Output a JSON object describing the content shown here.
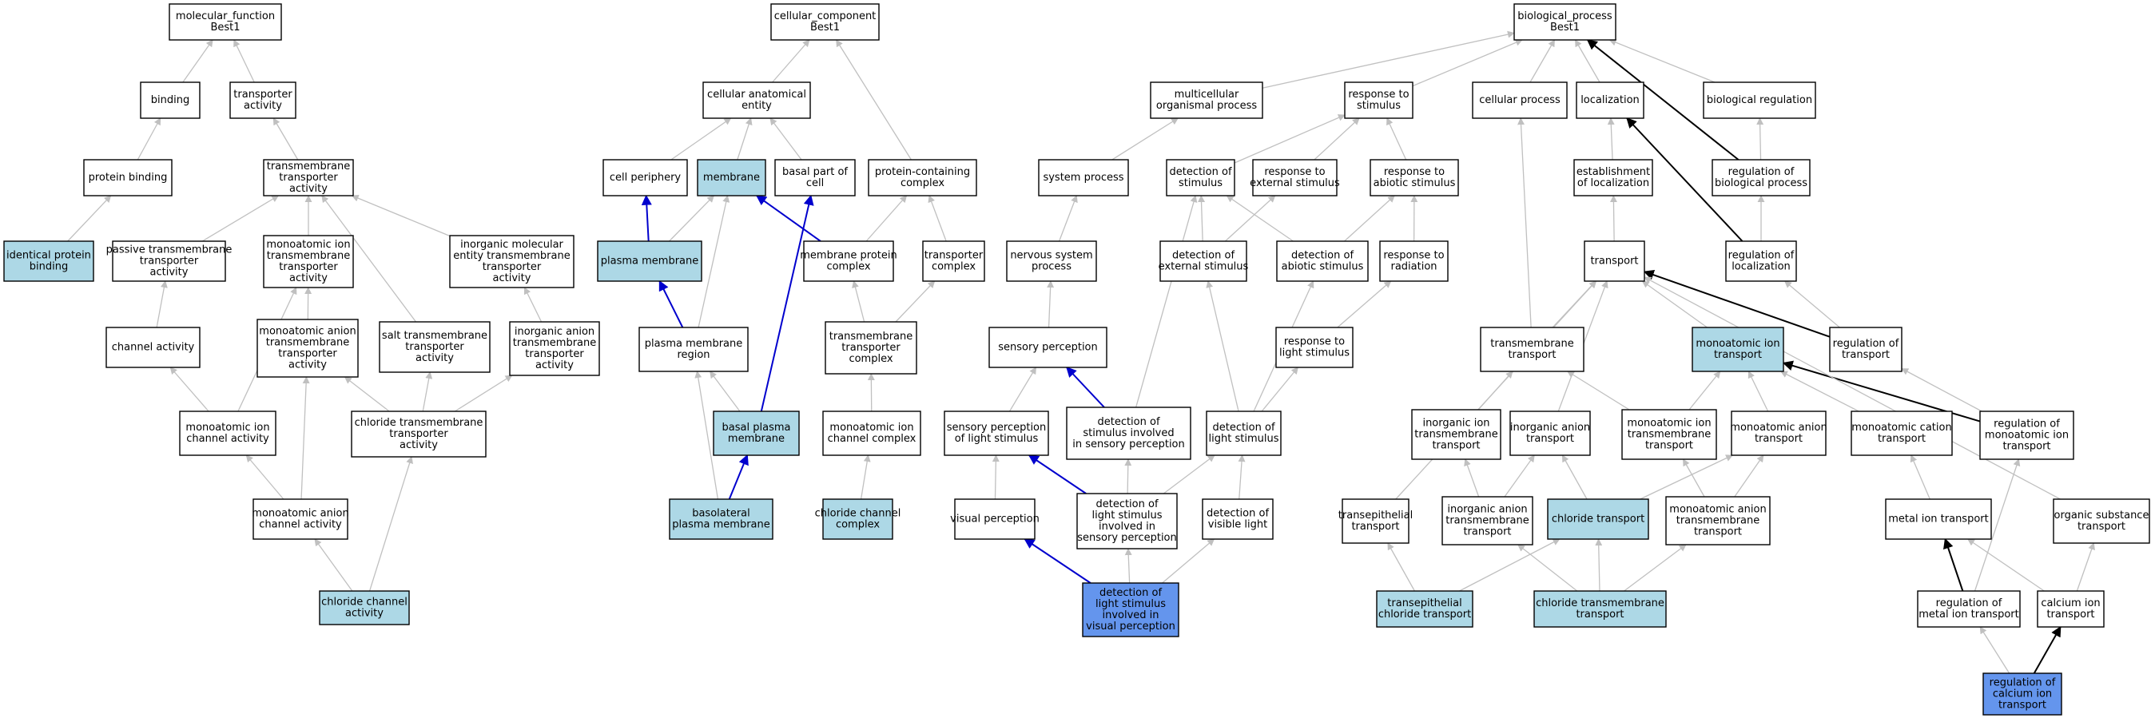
{
  "colors": {
    "plain": "#ffffff",
    "light": "#add8e6",
    "query": "#6495ed",
    "gray_edge": "#c0c0c0",
    "black_edge": "#000000",
    "blue_edge": "#0000cd"
  },
  "nodes": [
    {
      "id": "mf",
      "label": [
        "molecular_function",
        "Best1"
      ],
      "fill": "plain"
    },
    {
      "id": "cc",
      "label": [
        "cellular_component",
        "Best1"
      ],
      "fill": "plain"
    },
    {
      "id": "bp",
      "label": [
        "biological_process",
        "Best1"
      ],
      "fill": "plain"
    },
    {
      "id": "binding",
      "label": [
        "binding"
      ],
      "fill": "plain"
    },
    {
      "id": "tact",
      "label": [
        "transporter",
        "activity"
      ],
      "fill": "plain"
    },
    {
      "id": "cae",
      "label": [
        "cellular anatomical",
        "entity"
      ],
      "fill": "plain"
    },
    {
      "id": "mop",
      "label": [
        "multicellular",
        "organismal process"
      ],
      "fill": "plain"
    },
    {
      "id": "rts",
      "label": [
        "response to",
        "stimulus"
      ],
      "fill": "plain"
    },
    {
      "id": "cp",
      "label": [
        "cellular process"
      ],
      "fill": "plain"
    },
    {
      "id": "loc",
      "label": [
        "localization"
      ],
      "fill": "plain"
    },
    {
      "id": "breg",
      "label": [
        "biological regulation"
      ],
      "fill": "plain"
    },
    {
      "id": "pb",
      "label": [
        "protein binding"
      ],
      "fill": "plain"
    },
    {
      "id": "ttact",
      "label": [
        "transmembrane",
        "transporter",
        "activity"
      ],
      "fill": "plain"
    },
    {
      "id": "cper",
      "label": [
        "cell periphery"
      ],
      "fill": "plain"
    },
    {
      "id": "mem",
      "label": [
        "membrane"
      ],
      "fill": "light"
    },
    {
      "id": "bpc",
      "label": [
        "basal part of",
        "cell"
      ],
      "fill": "plain"
    },
    {
      "id": "pcc",
      "label": [
        "protein-containing",
        "complex"
      ],
      "fill": "plain"
    },
    {
      "id": "sysp",
      "label": [
        "system process"
      ],
      "fill": "plain"
    },
    {
      "id": "dos",
      "label": [
        "detection of",
        "stimulus"
      ],
      "fill": "plain"
    },
    {
      "id": "res",
      "label": [
        "response to",
        "external stimulus"
      ],
      "fill": "plain"
    },
    {
      "id": "ras",
      "label": [
        "response to",
        "abiotic stimulus"
      ],
      "fill": "plain"
    },
    {
      "id": "estloc",
      "label": [
        "establishment",
        "of localization"
      ],
      "fill": "plain"
    },
    {
      "id": "rbp",
      "label": [
        "regulation of",
        "biological process"
      ],
      "fill": "plain"
    },
    {
      "id": "ipb",
      "label": [
        "identical protein",
        "binding"
      ],
      "fill": "light"
    },
    {
      "id": "ptta",
      "label": [
        "passive transmembrane",
        "transporter",
        "activity"
      ],
      "fill": "plain"
    },
    {
      "id": "mitta",
      "label": [
        "monoatomic ion",
        "transmembrane",
        "transporter",
        "activity"
      ],
      "fill": "plain"
    },
    {
      "id": "imetta",
      "label": [
        "inorganic molecular",
        "entity transmembrane",
        "transporter",
        "activity"
      ],
      "fill": "plain"
    },
    {
      "id": "pm",
      "label": [
        "plasma membrane"
      ],
      "fill": "light"
    },
    {
      "id": "mpc",
      "label": [
        "membrane protein",
        "complex"
      ],
      "fill": "plain"
    },
    {
      "id": "tc",
      "label": [
        "transporter",
        "complex"
      ],
      "fill": "plain"
    },
    {
      "id": "nsp",
      "label": [
        "nervous system",
        "process"
      ],
      "fill": "plain"
    },
    {
      "id": "des",
      "label": [
        "detection of",
        "external stimulus"
      ],
      "fill": "plain"
    },
    {
      "id": "das",
      "label": [
        "detection of",
        "abiotic stimulus"
      ],
      "fill": "plain"
    },
    {
      "id": "rtr",
      "label": [
        "response to",
        "radiation"
      ],
      "fill": "plain"
    },
    {
      "id": "trans",
      "label": [
        "transport"
      ],
      "fill": "plain"
    },
    {
      "id": "rol",
      "label": [
        "regulation of",
        "localization"
      ],
      "fill": "plain"
    },
    {
      "id": "chact",
      "label": [
        "channel activity"
      ],
      "fill": "plain"
    },
    {
      "id": "matta",
      "label": [
        "monoatomic anion",
        "transmembrane",
        "transporter",
        "activity"
      ],
      "fill": "plain"
    },
    {
      "id": "stta",
      "label": [
        "salt transmembrane",
        "transporter",
        "activity"
      ],
      "fill": "plain"
    },
    {
      "id": "iatta",
      "label": [
        "inorganic anion",
        "transmembrane",
        "transporter",
        "activity"
      ],
      "fill": "plain"
    },
    {
      "id": "pmr",
      "label": [
        "plasma membrane",
        "region"
      ],
      "fill": "plain"
    },
    {
      "id": "ttc",
      "label": [
        "transmembrane",
        "transporter",
        "complex"
      ],
      "fill": "plain"
    },
    {
      "id": "sperc",
      "label": [
        "sensory perception"
      ],
      "fill": "plain"
    },
    {
      "id": "rtls",
      "label": [
        "response to",
        "light stimulus"
      ],
      "fill": "plain"
    },
    {
      "id": "tmt",
      "label": [
        "transmembrane",
        "transport"
      ],
      "fill": "plain"
    },
    {
      "id": "mit",
      "label": [
        "monoatomic ion",
        "transport"
      ],
      "fill": "light"
    },
    {
      "id": "rot",
      "label": [
        "regulation of",
        "transport"
      ],
      "fill": "plain"
    },
    {
      "id": "mica",
      "label": [
        "monoatomic ion",
        "channel activity"
      ],
      "fill": "plain"
    },
    {
      "id": "ctta",
      "label": [
        "chloride transmembrane",
        "transporter",
        "activity"
      ],
      "fill": "plain"
    },
    {
      "id": "bpm",
      "label": [
        "basal plasma",
        "membrane"
      ],
      "fill": "light"
    },
    {
      "id": "micc",
      "label": [
        "monoatomic ion",
        "channel complex"
      ],
      "fill": "plain"
    },
    {
      "id": "spls",
      "label": [
        "sensory perception",
        "of light stimulus"
      ],
      "fill": "plain"
    },
    {
      "id": "dsisp",
      "label": [
        "detection of",
        "stimulus involved",
        "in sensory perception"
      ],
      "fill": "plain"
    },
    {
      "id": "dls",
      "label": [
        "detection of",
        "light stimulus"
      ],
      "fill": "plain"
    },
    {
      "id": "iitt",
      "label": [
        "inorganic ion",
        "transmembrane",
        "transport"
      ],
      "fill": "plain"
    },
    {
      "id": "iat",
      "label": [
        "inorganic anion",
        "transport"
      ],
      "fill": "plain"
    },
    {
      "id": "mitt",
      "label": [
        "monoatomic ion",
        "transmembrane",
        "transport"
      ],
      "fill": "plain"
    },
    {
      "id": "mat",
      "label": [
        "monoatomic anion",
        "transport"
      ],
      "fill": "plain"
    },
    {
      "id": "mct",
      "label": [
        "monoatomic cation",
        "transport"
      ],
      "fill": "plain"
    },
    {
      "id": "romit",
      "label": [
        "regulation of",
        "monoatomic ion",
        "transport"
      ],
      "fill": "plain"
    },
    {
      "id": "maca",
      "label": [
        "monoatomic anion",
        "channel activity"
      ],
      "fill": "plain"
    },
    {
      "id": "bplm",
      "label": [
        "basolateral",
        "plasma membrane"
      ],
      "fill": "light"
    },
    {
      "id": "clcc",
      "label": [
        "chloride channel",
        "complex"
      ],
      "fill": "light"
    },
    {
      "id": "vp",
      "label": [
        "visual perception"
      ],
      "fill": "plain"
    },
    {
      "id": "dlsisp",
      "label": [
        "detection of",
        "light stimulus",
        "involved in",
        "sensory perception"
      ],
      "fill": "plain"
    },
    {
      "id": "dvl",
      "label": [
        "detection of",
        "visible light"
      ],
      "fill": "plain"
    },
    {
      "id": "tet",
      "label": [
        "transepithelial",
        "transport"
      ],
      "fill": "plain"
    },
    {
      "id": "iatt",
      "label": [
        "inorganic anion",
        "transmembrane",
        "transport"
      ],
      "fill": "plain"
    },
    {
      "id": "clt",
      "label": [
        "chloride transport"
      ],
      "fill": "light"
    },
    {
      "id": "matt",
      "label": [
        "monoatomic anion",
        "transmembrane",
        "transport"
      ],
      "fill": "plain"
    },
    {
      "id": "mit2",
      "label": [
        "metal ion transport"
      ],
      "fill": "plain"
    },
    {
      "id": "ost",
      "label": [
        "organic substance",
        "transport"
      ],
      "fill": "plain"
    },
    {
      "id": "clca",
      "label": [
        "chloride channel",
        "activity"
      ],
      "fill": "light"
    },
    {
      "id": "dlsivp",
      "label": [
        "detection of",
        "light stimulus",
        "involved in",
        "visual perception"
      ],
      "fill": "query"
    },
    {
      "id": "tect",
      "label": [
        "transepithelial",
        "chloride transport"
      ],
      "fill": "light"
    },
    {
      "id": "cltt",
      "label": [
        "chloride transmembrane",
        "transport"
      ],
      "fill": "light"
    },
    {
      "id": "rmit",
      "label": [
        "regulation of",
        "metal ion transport"
      ],
      "fill": "plain"
    },
    {
      "id": "cait",
      "label": [
        "calcium ion",
        "transport"
      ],
      "fill": "plain"
    },
    {
      "id": "rcait",
      "label": [
        "regulation of",
        "calcium ion",
        "transport"
      ],
      "fill": "query"
    }
  ],
  "edges": [
    {
      "from": "binding",
      "to": "mf",
      "kind": "gray_edge"
    },
    {
      "from": "tact",
      "to": "mf",
      "kind": "gray_edge"
    },
    {
      "from": "pb",
      "to": "binding",
      "kind": "gray_edge"
    },
    {
      "from": "ttact",
      "to": "tact",
      "kind": "gray_edge"
    },
    {
      "from": "ipb",
      "to": "pb",
      "kind": "gray_edge"
    },
    {
      "from": "ptta",
      "to": "ttact",
      "kind": "gray_edge"
    },
    {
      "from": "mitta",
      "to": "ttact",
      "kind": "gray_edge"
    },
    {
      "from": "imetta",
      "to": "ttact",
      "kind": "gray_edge"
    },
    {
      "from": "stta",
      "to": "ttact",
      "kind": "gray_edge"
    },
    {
      "from": "chact",
      "to": "ptta",
      "kind": "gray_edge"
    },
    {
      "from": "matta",
      "to": "mitta",
      "kind": "gray_edge"
    },
    {
      "from": "iatta",
      "to": "imetta",
      "kind": "gray_edge"
    },
    {
      "from": "mica",
      "to": "chact",
      "kind": "gray_edge"
    },
    {
      "from": "mica",
      "to": "mitta",
      "kind": "gray_edge"
    },
    {
      "from": "ctta",
      "to": "matta",
      "kind": "gray_edge"
    },
    {
      "from": "ctta",
      "to": "stta",
      "kind": "gray_edge"
    },
    {
      "from": "ctta",
      "to": "iatta",
      "kind": "gray_edge"
    },
    {
      "from": "maca",
      "to": "mica",
      "kind": "gray_edge"
    },
    {
      "from": "maca",
      "to": "matta",
      "kind": "gray_edge"
    },
    {
      "from": "clca",
      "to": "maca",
      "kind": "gray_edge"
    },
    {
      "from": "clca",
      "to": "ctta",
      "kind": "gray_edge"
    },
    {
      "from": "cae",
      "to": "cc",
      "kind": "gray_edge"
    },
    {
      "from": "pcc",
      "to": "cc",
      "kind": "gray_edge"
    },
    {
      "from": "cper",
      "to": "cae",
      "kind": "gray_edge"
    },
    {
      "from": "mem",
      "to": "cae",
      "kind": "gray_edge"
    },
    {
      "from": "bpc",
      "to": "cae",
      "kind": "gray_edge"
    },
    {
      "from": "pm",
      "to": "cper",
      "kind": "blue_edge"
    },
    {
      "from": "pm",
      "to": "mem",
      "kind": "gray_edge"
    },
    {
      "from": "mpc",
      "to": "mem",
      "kind": "blue_edge"
    },
    {
      "from": "mpc",
      "to": "pcc",
      "kind": "gray_edge"
    },
    {
      "from": "tc",
      "to": "pcc",
      "kind": "gray_edge"
    },
    {
      "from": "pmr",
      "to": "pm",
      "kind": "blue_edge"
    },
    {
      "from": "pmr",
      "to": "mem",
      "kind": "gray_edge"
    },
    {
      "from": "ttc",
      "to": "mpc",
      "kind": "gray_edge"
    },
    {
      "from": "ttc",
      "to": "tc",
      "kind": "gray_edge"
    },
    {
      "from": "bpm",
      "to": "pmr",
      "kind": "gray_edge"
    },
    {
      "from": "bpm",
      "to": "bpc",
      "kind": "blue_edge"
    },
    {
      "from": "micc",
      "to": "ttc",
      "kind": "gray_edge"
    },
    {
      "from": "bplm",
      "to": "pmr",
      "kind": "gray_edge"
    },
    {
      "from": "bplm",
      "to": "bpm",
      "kind": "blue_edge"
    },
    {
      "from": "clcc",
      "to": "micc",
      "kind": "gray_edge"
    },
    {
      "from": "mop",
      "to": "bp",
      "kind": "gray_edge"
    },
    {
      "from": "rts",
      "to": "bp",
      "kind": "gray_edge"
    },
    {
      "from": "cp",
      "to": "bp",
      "kind": "gray_edge"
    },
    {
      "from": "loc",
      "to": "bp",
      "kind": "gray_edge"
    },
    {
      "from": "breg",
      "to": "bp",
      "kind": "gray_edge"
    },
    {
      "from": "rbp",
      "to": "bp",
      "kind": "black_edge"
    },
    {
      "from": "rbp",
      "to": "breg",
      "kind": "gray_edge"
    },
    {
      "from": "sysp",
      "to": "mop",
      "kind": "gray_edge"
    },
    {
      "from": "dos",
      "to": "rts",
      "kind": "gray_edge"
    },
    {
      "from": "res",
      "to": "rts",
      "kind": "gray_edge"
    },
    {
      "from": "ras",
      "to": "rts",
      "kind": "gray_edge"
    },
    {
      "from": "estloc",
      "to": "loc",
      "kind": "gray_edge"
    },
    {
      "from": "nsp",
      "to": "sysp",
      "kind": "gray_edge"
    },
    {
      "from": "des",
      "to": "dos",
      "kind": "gray_edge"
    },
    {
      "from": "des",
      "to": "res",
      "kind": "gray_edge"
    },
    {
      "from": "das",
      "to": "dos",
      "kind": "gray_edge"
    },
    {
      "from": "das",
      "to": "ras",
      "kind": "gray_edge"
    },
    {
      "from": "rtr",
      "to": "ras",
      "kind": "gray_edge"
    },
    {
      "from": "trans",
      "to": "estloc",
      "kind": "gray_edge"
    },
    {
      "from": "rol",
      "to": "loc",
      "kind": "black_edge"
    },
    {
      "from": "rol",
      "to": "rbp",
      "kind": "gray_edge"
    },
    {
      "from": "sperc",
      "to": "nsp",
      "kind": "gray_edge"
    },
    {
      "from": "rtls",
      "to": "rtr",
      "kind": "gray_edge"
    },
    {
      "from": "tmt",
      "to": "cp",
      "kind": "gray_edge"
    },
    {
      "from": "tmt",
      "to": "trans",
      "kind": "gray_edge"
    },
    {
      "from": "mit",
      "to": "trans",
      "kind": "gray_edge"
    },
    {
      "from": "rot",
      "to": "trans",
      "kind": "black_edge"
    },
    {
      "from": "rot",
      "to": "rol",
      "kind": "gray_edge"
    },
    {
      "from": "spls",
      "to": "sperc",
      "kind": "gray_edge"
    },
    {
      "from": "dsisp",
      "to": "dos",
      "kind": "gray_edge"
    },
    {
      "from": "dsisp",
      "to": "sperc",
      "kind": "blue_edge"
    },
    {
      "from": "dls",
      "to": "des",
      "kind": "gray_edge"
    },
    {
      "from": "dls",
      "to": "das",
      "kind": "gray_edge"
    },
    {
      "from": "dls",
      "to": "rtls",
      "kind": "gray_edge"
    },
    {
      "from": "iitt",
      "to": "tmt",
      "kind": "gray_edge"
    },
    {
      "from": "iat",
      "to": "trans",
      "kind": "gray_edge"
    },
    {
      "from": "mitt",
      "to": "tmt",
      "kind": "gray_edge"
    },
    {
      "from": "mitt",
      "to": "mit",
      "kind": "gray_edge"
    },
    {
      "from": "mat",
      "to": "mit",
      "kind": "gray_edge"
    },
    {
      "from": "mct",
      "to": "mit",
      "kind": "gray_edge"
    },
    {
      "from": "romit",
      "to": "rot",
      "kind": "gray_edge"
    },
    {
      "from": "romit",
      "to": "mit",
      "kind": "black_edge"
    },
    {
      "from": "vp",
      "to": "spls",
      "kind": "gray_edge"
    },
    {
      "from": "dlsisp",
      "to": "dsisp",
      "kind": "gray_edge"
    },
    {
      "from": "dlsisp",
      "to": "dls",
      "kind": "gray_edge"
    },
    {
      "from": "dlsisp",
      "to": "spls",
      "kind": "blue_edge"
    },
    {
      "from": "dvl",
      "to": "dls",
      "kind": "gray_edge"
    },
    {
      "from": "tet",
      "to": "trans",
      "kind": "gray_edge"
    },
    {
      "from": "iatt",
      "to": "iitt",
      "kind": "gray_edge"
    },
    {
      "from": "iatt",
      "to": "iat",
      "kind": "gray_edge"
    },
    {
      "from": "clt",
      "to": "iat",
      "kind": "gray_edge"
    },
    {
      "from": "clt",
      "to": "mat",
      "kind": "gray_edge"
    },
    {
      "from": "matt",
      "to": "mitt",
      "kind": "gray_edge"
    },
    {
      "from": "matt",
      "to": "mat",
      "kind": "gray_edge"
    },
    {
      "from": "mit2",
      "to": "mct",
      "kind": "gray_edge"
    },
    {
      "from": "ost",
      "to": "trans",
      "kind": "gray_edge"
    },
    {
      "from": "dlsivp",
      "to": "vp",
      "kind": "blue_edge"
    },
    {
      "from": "dlsivp",
      "to": "dlsisp",
      "kind": "gray_edge"
    },
    {
      "from": "dlsivp",
      "to": "dvl",
      "kind": "gray_edge"
    },
    {
      "from": "tect",
      "to": "tet",
      "kind": "gray_edge"
    },
    {
      "from": "tect",
      "to": "clt",
      "kind": "gray_edge"
    },
    {
      "from": "cltt",
      "to": "iatt",
      "kind": "gray_edge"
    },
    {
      "from": "cltt",
      "to": "clt",
      "kind": "gray_edge"
    },
    {
      "from": "cltt",
      "to": "matt",
      "kind": "gray_edge"
    },
    {
      "from": "rmit",
      "to": "romit",
      "kind": "gray_edge"
    },
    {
      "from": "rmit",
      "to": "mit2",
      "kind": "black_edge"
    },
    {
      "from": "cait",
      "to": "mit2",
      "kind": "gray_edge"
    },
    {
      "from": "cait",
      "to": "ost",
      "kind": "gray_edge"
    },
    {
      "from": "rcait",
      "to": "rmit",
      "kind": "gray_edge"
    },
    {
      "from": "rcait",
      "to": "cait",
      "kind": "black_edge"
    }
  ]
}
